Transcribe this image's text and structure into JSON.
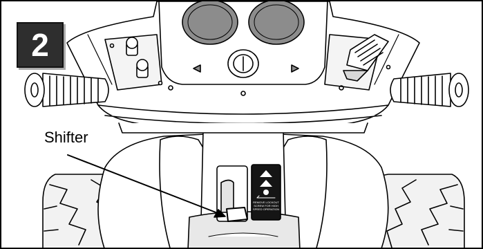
{
  "step": {
    "number": "2"
  },
  "callout": {
    "label": "Shifter"
  },
  "decal": {
    "caption": "REMOVE LOCKOUT SCREW FOR HIGH SPEED OPERATION"
  },
  "colors": {
    "line": "#000000",
    "gauge_fill": "#8c8c8c",
    "badge_fill": "#2e2e2e",
    "decal_fill": "#151515",
    "tire_fill": "#f2f2f2"
  }
}
